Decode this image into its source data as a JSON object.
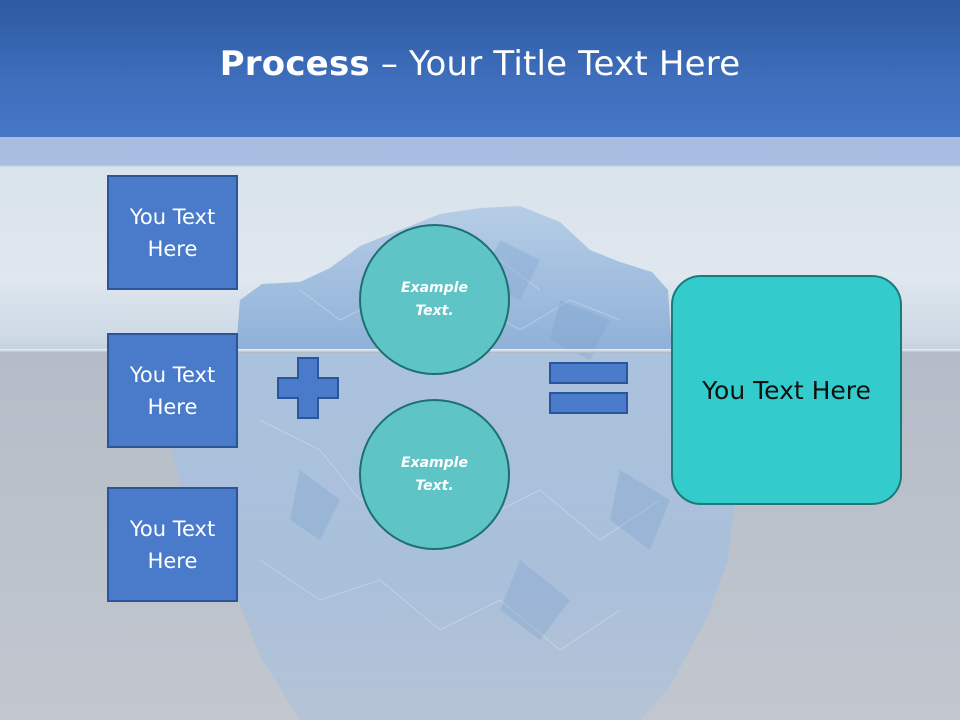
{
  "slide": {
    "title_bold": "Process",
    "title_rest": " – Your Title Text Here"
  },
  "boxes": [
    {
      "label": "You Text Here"
    },
    {
      "label": "You Text Here"
    },
    {
      "label": "You Text Here"
    }
  ],
  "circles": [
    {
      "label": "Example Text."
    },
    {
      "label": "Example Text."
    }
  ],
  "result": {
    "label": "You Text Here"
  },
  "icons": {
    "operator_1": "plus-icon",
    "operator_2": "equals-icon"
  },
  "colors": {
    "header": "#3d6dbb",
    "box_fill": "#4a7bcb",
    "circle_fill": "#5ec4c6",
    "result_fill": "#33cbcb"
  }
}
